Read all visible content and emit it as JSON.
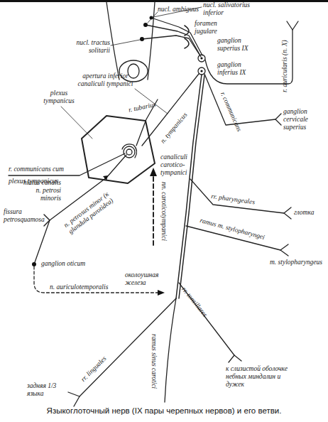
{
  "diagram": {
    "caption": "Языкоглоточный нерв (IX пары черепных нервов) и его ветви.",
    "labels": [
      "nucl. ambiguus",
      "nucl. salivatorius inferior",
      "nucl. tractus solitarii",
      "foramen jugulare",
      "ganglion superius IX",
      "ganglion inferius IX",
      "apertura inferior canaliculi tympanici",
      "r. tubarius",
      "plexus tympanicus",
      "n. tympanicus",
      "r. communicans cum plexus tympanicus",
      "hiatus canalis n. petrosi minoris",
      "canaliculi carotico-tympanici",
      "nn. caroticotympanici",
      "r. auricularis (n. X)",
      "r. communicans",
      "ganglion cervicale superius",
      "rr. pharyngeales",
      "глотка",
      "ramus m. stylopharyngei",
      "m. stylopharyngeus",
      "fissura petrosquamosa",
      "n. petrosus minor (к glandula parotidea)",
      "ganglion oticum",
      "n. auriculotemporalis",
      "околоушная железа",
      "rr. tonsillares",
      "к слизистой оболочке небных миндалин и дужек",
      "rr. linguales",
      "ramus sinus carotici",
      "задняя 1/3 языка"
    ]
  }
}
